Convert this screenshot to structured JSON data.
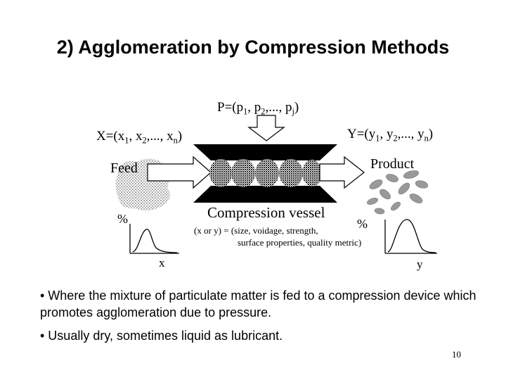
{
  "title": "2) Agglomeration by Compression Methods",
  "pressure": {
    "lhs": "P=(p",
    "s1": "1",
    "mid1": ", p",
    "s2": "2",
    "mid2": ",..., p",
    "s3": "j",
    "end": ")"
  },
  "input_var": {
    "lhs": "X=(x",
    "s1": "1",
    "mid1": ", x",
    "s2": "2",
    "mid2": ",..., x",
    "s3": "n",
    "end": ")"
  },
  "output_var": {
    "lhs": "Y=(y",
    "s1": "1",
    "mid1": ", y",
    "s2": "2",
    "mid2": ",..., y",
    "s3": "n",
    "end": ")"
  },
  "feed_label": "Feed",
  "product_label": "Product",
  "vessel_label": "Compression vessel",
  "percent_left": "%",
  "percent_right": "%",
  "props_line1": "(x or y) = (size,  voidage, strength,",
  "props_line2": "surface properties, quality metric)",
  "x_axis_label": "x",
  "y_axis_label": "y",
  "bullets": [
    "• Where the mixture of particulate matter is fed to a compression device which promotes agglomeration due to pressure.",
    "• Usually dry, sometimes liquid as lubricant."
  ],
  "page_number": "10"
}
